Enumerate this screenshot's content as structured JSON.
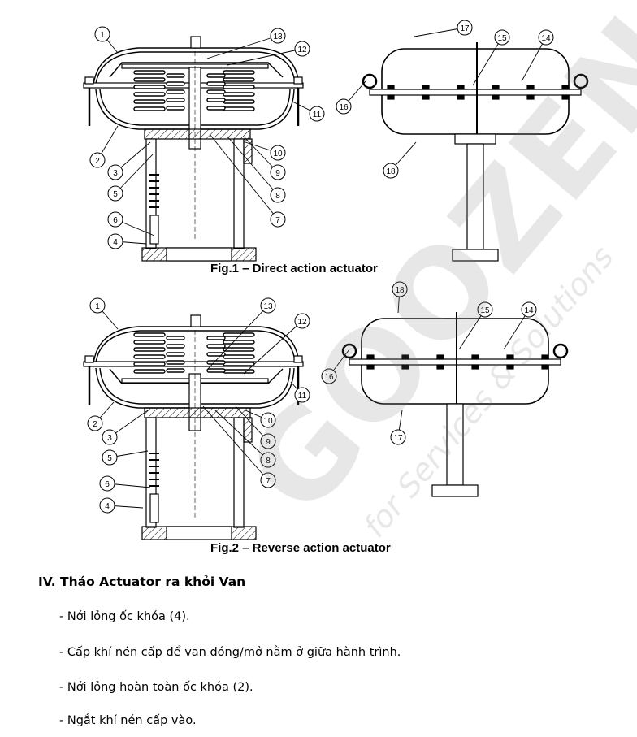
{
  "figures": [
    {
      "caption": "Fig.1 – Direct action actuator"
    },
    {
      "caption": "Fig.2 – Reverse action actuator"
    }
  ],
  "callouts": {
    "fig1_left": [
      "1",
      "2",
      "3",
      "5",
      "6",
      "4",
      "13",
      "12",
      "11",
      "10",
      "9",
      "8",
      "7"
    ],
    "fig1_right": [
      "17",
      "15",
      "14",
      "16",
      "18"
    ],
    "fig2_left": [
      "1",
      "2",
      "3",
      "5",
      "6",
      "4",
      "13",
      "12",
      "11",
      "10",
      "9",
      "8",
      "7"
    ],
    "fig2_right": [
      "18",
      "15",
      "14",
      "16",
      "17"
    ]
  },
  "watermark": {
    "logo": "GOOZEN",
    "tagline": "for Services & Solutions"
  },
  "section": {
    "heading": "IV. Tháo Actuator ra khỏi Van",
    "steps": [
      "- Nới lỏng ốc khóa (4).",
      "- Cấp khí nén cấp để van đóng/mở nằm ở giữa hành trình.",
      "- Nới lỏng hoàn toàn ốc khóa (2).",
      "- Ngắt khí nén cấp vào."
    ]
  }
}
